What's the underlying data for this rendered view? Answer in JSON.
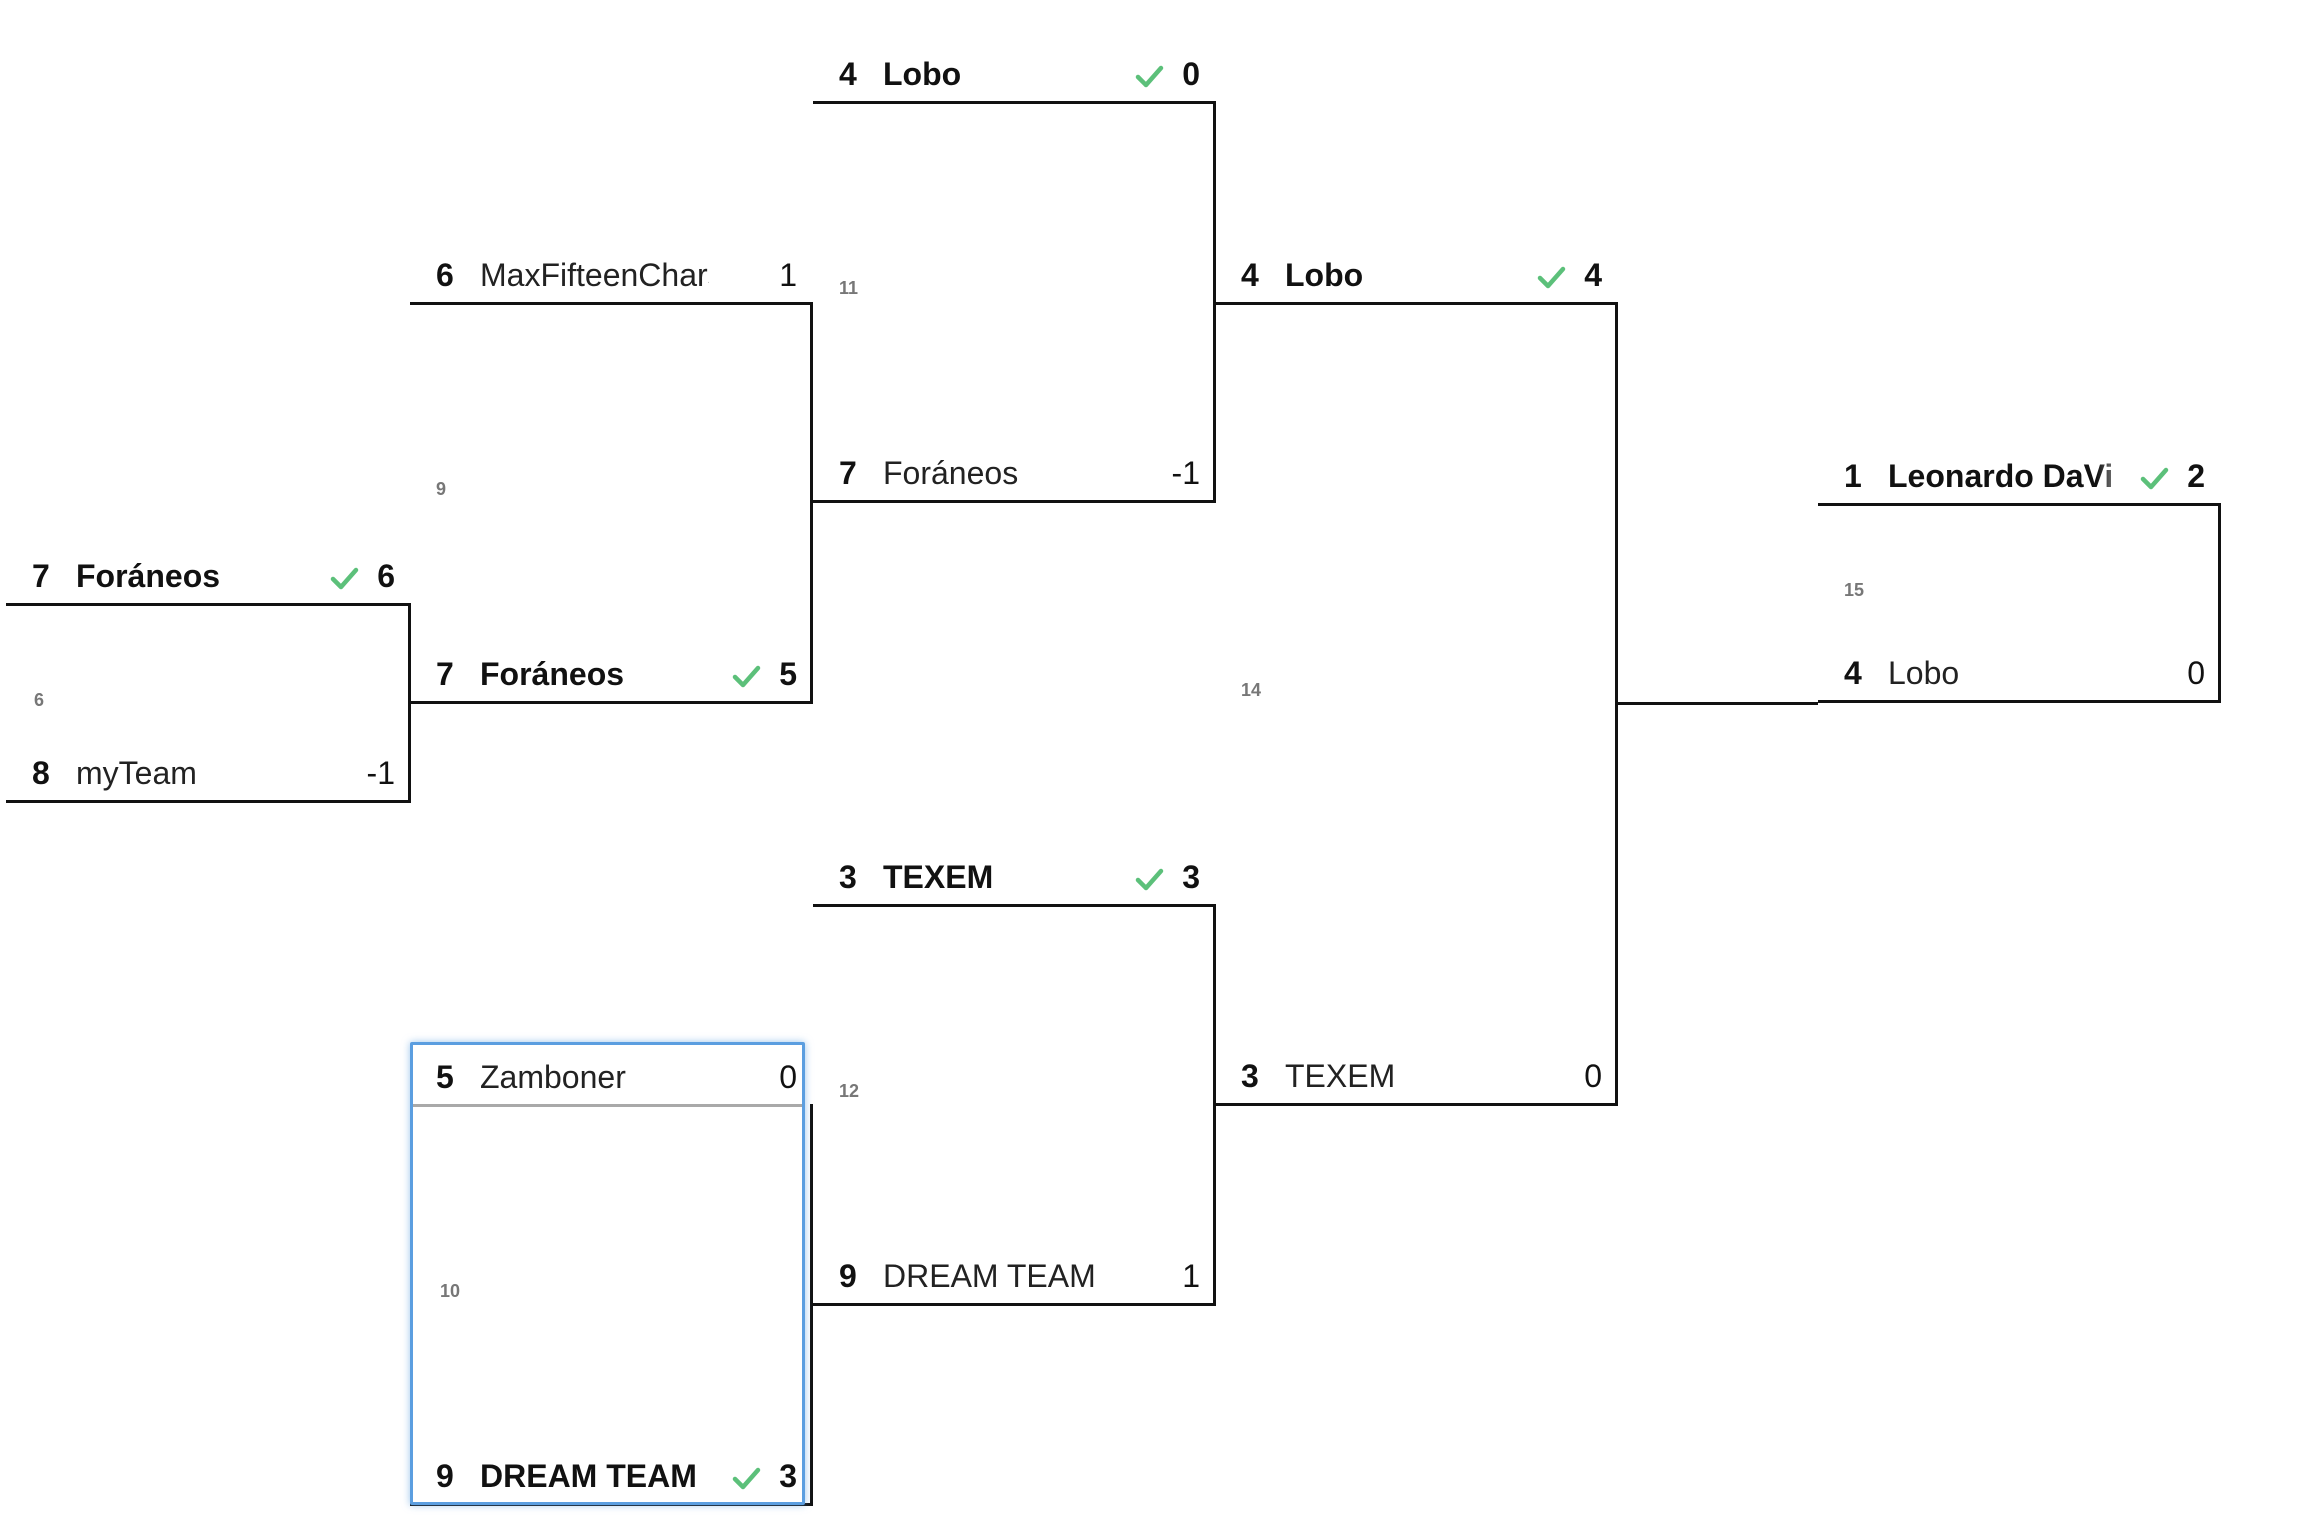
{
  "matches": [
    {
      "number": "6",
      "team1": {
        "seed": "7",
        "name": "Foráneos",
        "score": "6",
        "winner": true
      },
      "team2": {
        "seed": "8",
        "name": "myTeam",
        "score": "-1",
        "winner": false
      }
    },
    {
      "number": "9",
      "team1": {
        "seed": "6",
        "name": "MaxFifteenChars",
        "score": "1",
        "winner": false
      },
      "team2": {
        "seed": "7",
        "name": "Foráneos",
        "score": "5",
        "winner": true
      }
    },
    {
      "number": "10",
      "team1": {
        "seed": "5",
        "name": "Zamboner",
        "score": "0",
        "winner": false
      },
      "team2": {
        "seed": "9",
        "name": "DREAM TEAM",
        "score": "3",
        "winner": true
      }
    },
    {
      "number": "11",
      "team1": {
        "seed": "4",
        "name": "Lobo",
        "score": "0",
        "winner": true
      },
      "team2": {
        "seed": "7",
        "name": "Foráneos",
        "score": "-1",
        "winner": false
      }
    },
    {
      "number": "12",
      "team1": {
        "seed": "3",
        "name": "TEXEM",
        "score": "3",
        "winner": true
      },
      "team2": {
        "seed": "9",
        "name": "DREAM TEAM",
        "score": "1",
        "winner": false
      }
    },
    {
      "number": "14",
      "team1": {
        "seed": "4",
        "name": "Lobo",
        "score": "4",
        "winner": true
      },
      "team2": {
        "seed": "3",
        "name": "TEXEM",
        "score": "0",
        "winner": false
      }
    },
    {
      "number": "15",
      "team1": {
        "seed": "1",
        "name": "Leonardo DaVinci",
        "score": "2",
        "winner": true
      },
      "team2": {
        "seed": "4",
        "name": "Lobo",
        "score": "0",
        "winner": false
      }
    }
  ],
  "selected_match": "10",
  "colors": {
    "line": "#111111",
    "check": "#5cc07a",
    "selection": "#5b9ee0",
    "match_number": "#777777"
  },
  "icons": {
    "winner": "check-icon"
  }
}
